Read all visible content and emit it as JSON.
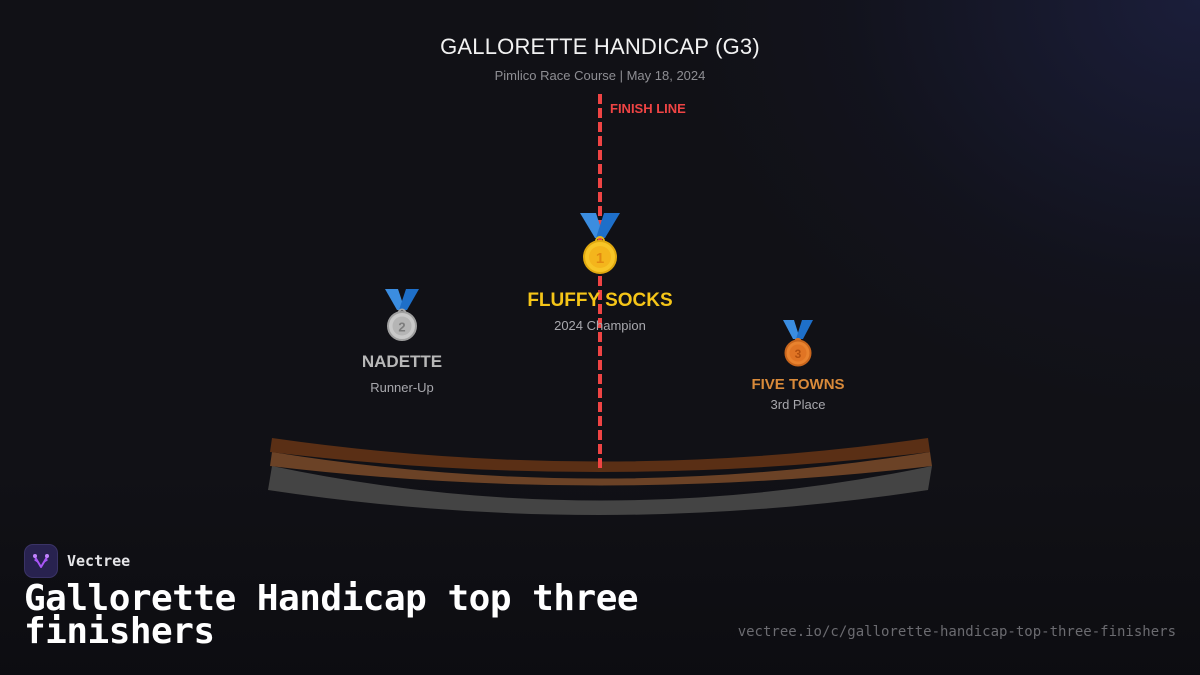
{
  "header": {
    "title": "GALLORETTE HANDICAP (G3)",
    "subtitle": "Pimlico Race Course | May 18, 2024"
  },
  "diagram": {
    "finish_line_label": "FINISH LINE",
    "finish_line_color": "#ef4444",
    "finishers": [
      {
        "place": 1,
        "medal_icon": "gold-medal-icon",
        "medal_number": "1",
        "name": "FLUFFY SOCKS",
        "role": "2024 Champion",
        "color": "#f5c518"
      },
      {
        "place": 2,
        "medal_icon": "silver-medal-icon",
        "medal_number": "2",
        "name": "NADETTE",
        "role": "Runner-Up",
        "color": "#b8b8b8"
      },
      {
        "place": 3,
        "medal_icon": "bronze-medal-icon",
        "medal_number": "3",
        "name": "FIVE TOWNS",
        "role": "3rd Place",
        "color": "#d98a3a"
      }
    ],
    "track_colors": {
      "outer": "#5a2f15",
      "middle": "#6b4226",
      "inner": "#444444"
    }
  },
  "footer": {
    "brand_name": "Vectree",
    "headline": "Gallorette Handicap top three finishers",
    "url": "vectree.io/c/gallorette-handicap-top-three-finishers"
  }
}
